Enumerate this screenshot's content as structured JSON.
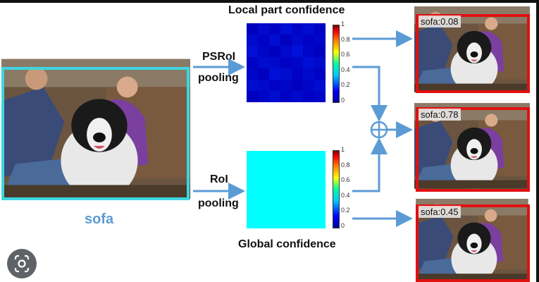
{
  "title_top": "Local part confidence",
  "title_bottom": "Global confidence",
  "input_label": "sofa",
  "top_branch": {
    "line1": "PSRoI",
    "line2": "pooling"
  },
  "bottom_branch": {
    "line1": "RoI",
    "line2": "pooling"
  },
  "colorbar_ticks": [
    "1",
    "0.8",
    "0.6",
    "0.4",
    "0.2",
    "0"
  ],
  "outputs": [
    {
      "label": "sofa:0.08"
    },
    {
      "label": "sofa:0.78"
    },
    {
      "label": "sofa:0.45"
    }
  ],
  "colors": {
    "input_frame": "#3dd6e0",
    "output_frame": "#e01010",
    "arrow": "#5b9bd5",
    "global_map": "#00ffff"
  },
  "local_confidence_grid": [
    [
      0.05,
      0.08,
      0.06,
      0.1,
      0.07,
      0.09,
      0.06
    ],
    [
      0.08,
      0.06,
      0.09,
      0.05,
      0.08,
      0.06,
      0.07
    ],
    [
      0.1,
      0.07,
      0.05,
      0.08,
      0.11,
      0.07,
      0.05
    ],
    [
      0.06,
      0.09,
      0.08,
      0.06,
      0.07,
      0.1,
      0.08
    ],
    [
      0.07,
      0.05,
      0.1,
      0.09,
      0.06,
      0.08,
      0.06
    ],
    [
      0.09,
      0.08,
      0.06,
      0.07,
      0.05,
      0.07,
      0.09
    ],
    [
      0.05,
      0.07,
      0.09,
      0.06,
      0.08,
      0.06,
      0.07
    ]
  ],
  "global_confidence": 0.3
}
